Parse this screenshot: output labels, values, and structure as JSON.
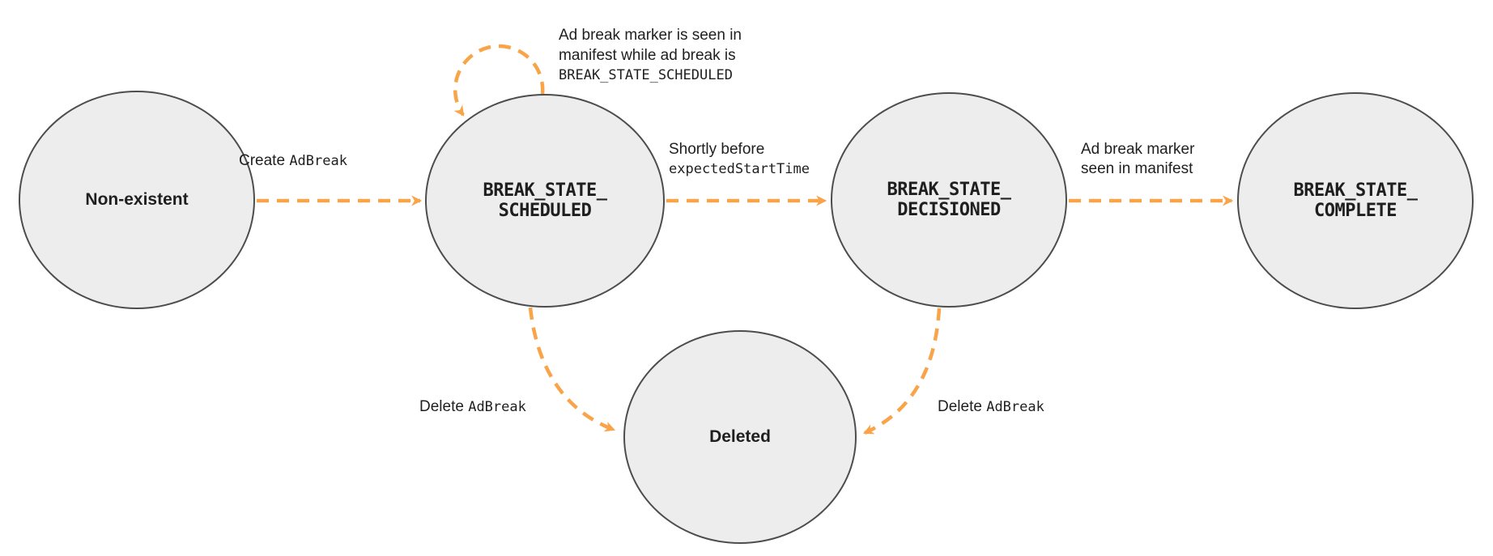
{
  "diagram": {
    "states": {
      "non_existent": {
        "label": "Non-existent"
      },
      "scheduled": {
        "label": "BREAK_STATE_\nSCHEDULED"
      },
      "decisioned": {
        "label": "BREAK_STATE_\nDECISIONED"
      },
      "complete": {
        "label": "BREAK_STATE_\nCOMPLETE"
      },
      "deleted": {
        "label": "Deleted"
      }
    },
    "transitions": {
      "create": {
        "sans": "Create ",
        "mono": "AdBreak"
      },
      "self_loop": {
        "line1": "Ad break marker is seen in",
        "line2": "manifest while ad break is",
        "line3_mono": "BREAK_STATE_SCHEDULED"
      },
      "decision": {
        "line1": "Shortly before",
        "line2_mono": "expectedStartTime"
      },
      "marker_seen": {
        "line1": "Ad break marker",
        "line2": "seen in manifest"
      },
      "delete_from_scheduled": {
        "sans": "Delete ",
        "mono": "AdBreak"
      },
      "delete_from_decisioned": {
        "sans": "Delete ",
        "mono": "AdBreak"
      }
    }
  },
  "colors": {
    "arrow": "#F9A449",
    "state_fill": "#EDEDED",
    "state_border": "#4D4D4D",
    "text": "#1F1F1F"
  }
}
